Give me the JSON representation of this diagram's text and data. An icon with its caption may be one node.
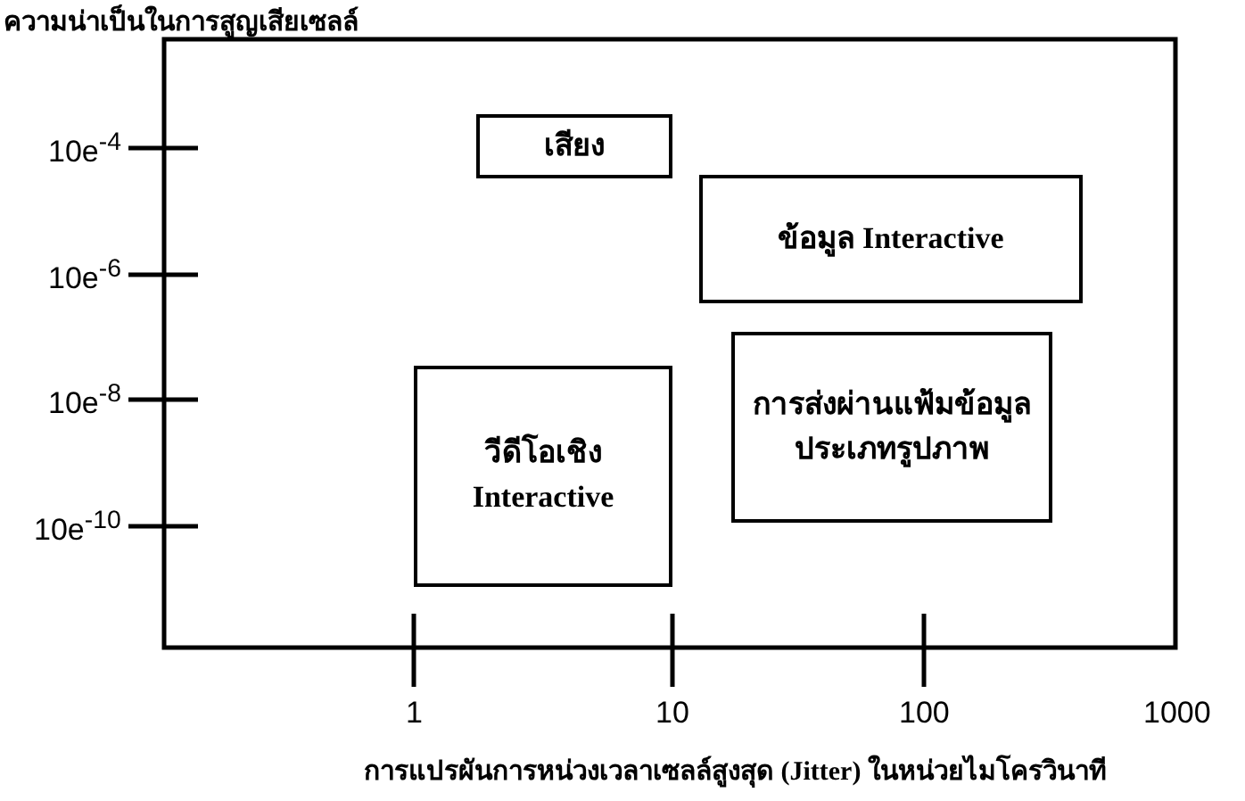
{
  "diagram": {
    "nodes": [
      {
        "text": [
          "เสียง"
        ]
      },
      {
        "text": [
          "ข้อมูล Interactive"
        ]
      },
      {
        "text": [
          "วีดีโอเชิง Interactive"
        ]
      },
      {
        "text": [
          "การส่งผ่านแฟ้มข้อมูลประเภทรูปภาพ"
        ]
      }
    ],
    "labels": [
      "ความน่าเป็นในการสูญเสียเซลล์",
      "10e$^{-4}$",
      "10e$^{-6}$",
      "10e$^{-8}$",
      "10e$^{-10}$",
      "1",
      "10",
      "100",
      "1000",
      "การแปรผันการหน่วงเวลาเซลล์สูงสุด (Jitter) ในหน่วยไมโครวินาที"
    ]
  }
}
